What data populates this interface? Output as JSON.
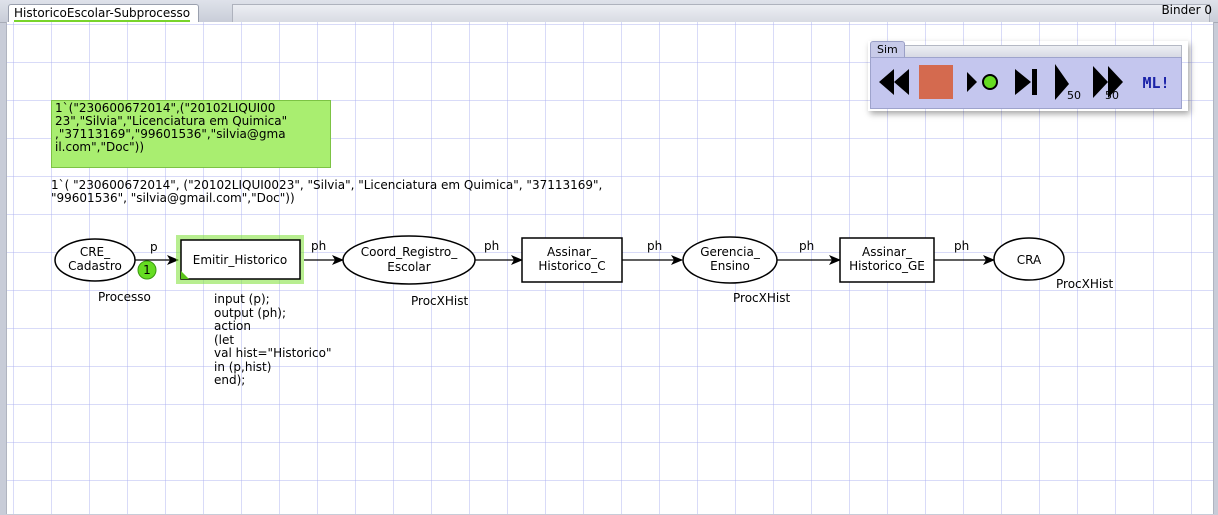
{
  "tabbar": {
    "tab_label": "HistoricoEscolar-Subprocesso",
    "binder_label": "Binder 0"
  },
  "marking": {
    "box_text": "1`(\"230600672014\",(\"20102LIQUI00\n23\",\"Silvia\",\"Licenciatura em Quimica\"\n,\"37113169\",\"99601536\",\"silvia@gma\nil.com\",\"Doc\"))",
    "initial_marking": "1`( \"230600672014\", (\"20102LIQUI0023\", \"Silvia\", \"Licenciatura em Quimica\", \"37113169\",\n\"99601536\", \"silvia@gmail.com\",\"Doc\"))"
  },
  "net": {
    "places": {
      "cre_cadastro": {
        "label_line1": "CRE_",
        "label_line2": "Cadastro",
        "type": "Processo",
        "token_count": "1"
      },
      "coord_registro": {
        "label_line1": "Coord_Registro_",
        "label_line2": "Escolar",
        "type": "ProcXHist"
      },
      "gerencia": {
        "label_line1": "Gerencia_",
        "label_line2": "Ensino",
        "type": "ProcXHist"
      },
      "cra": {
        "label": "CRA",
        "type": "ProcXHist"
      }
    },
    "transitions": {
      "emitir": {
        "label": "Emitir_Historico",
        "code": "input (p);\noutput (ph);\naction\n(let\nval hist=\"Historico\"\nin (p,hist)\nend);"
      },
      "assinar_c": {
        "label_line1": "Assinar_",
        "label_line2": "Historico_C"
      },
      "assinar_ge": {
        "label_line1": "Assinar_",
        "label_line2": "Historico_GE"
      }
    },
    "arcs": {
      "a1": "p",
      "a2": "ph",
      "a3": "ph",
      "a4": "ph",
      "a5": "ph",
      "a6": "ph"
    }
  },
  "sim_palette": {
    "tab_label": "Sim",
    "step_label_1": "50",
    "step_label_2": "50",
    "ml_label": "ML!",
    "stop_color": "#d46a4f",
    "icon_color": "#000000",
    "token_color": "#66dd22"
  },
  "colors": {
    "selected_transition": "#7ee034",
    "marking_box": "#a9ee70",
    "grid": "#aab0f0"
  }
}
